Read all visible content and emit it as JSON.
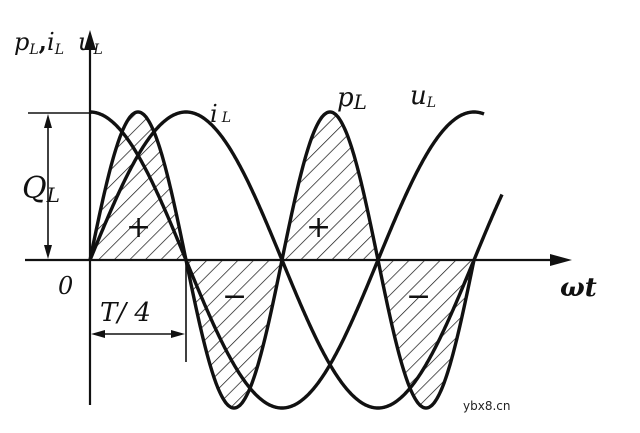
{
  "labels": {
    "y_axis_left": "p",
    "y_axis_left_sub": "L",
    "y_axis_comma": ",",
    "y_axis_mid": "i",
    "y_axis_mid_sub": "L",
    "y_axis_right": "u",
    "y_axis_right_sub": "L",
    "x_axis": "ωt",
    "origin": "0",
    "curve_i": "i",
    "curve_i_sub": "L",
    "curve_p": "p",
    "curve_p_sub": "L",
    "curve_u": "u",
    "curve_u_sub": "L",
    "amplitude": "Q",
    "amplitude_sub": "L",
    "quarter_period": "T/ 4",
    "plus_sign": "+",
    "minus_sign": "−"
  },
  "watermark": "ybx8.cn",
  "colors": {
    "ink": "#111111",
    "background": "#ffffff"
  }
}
